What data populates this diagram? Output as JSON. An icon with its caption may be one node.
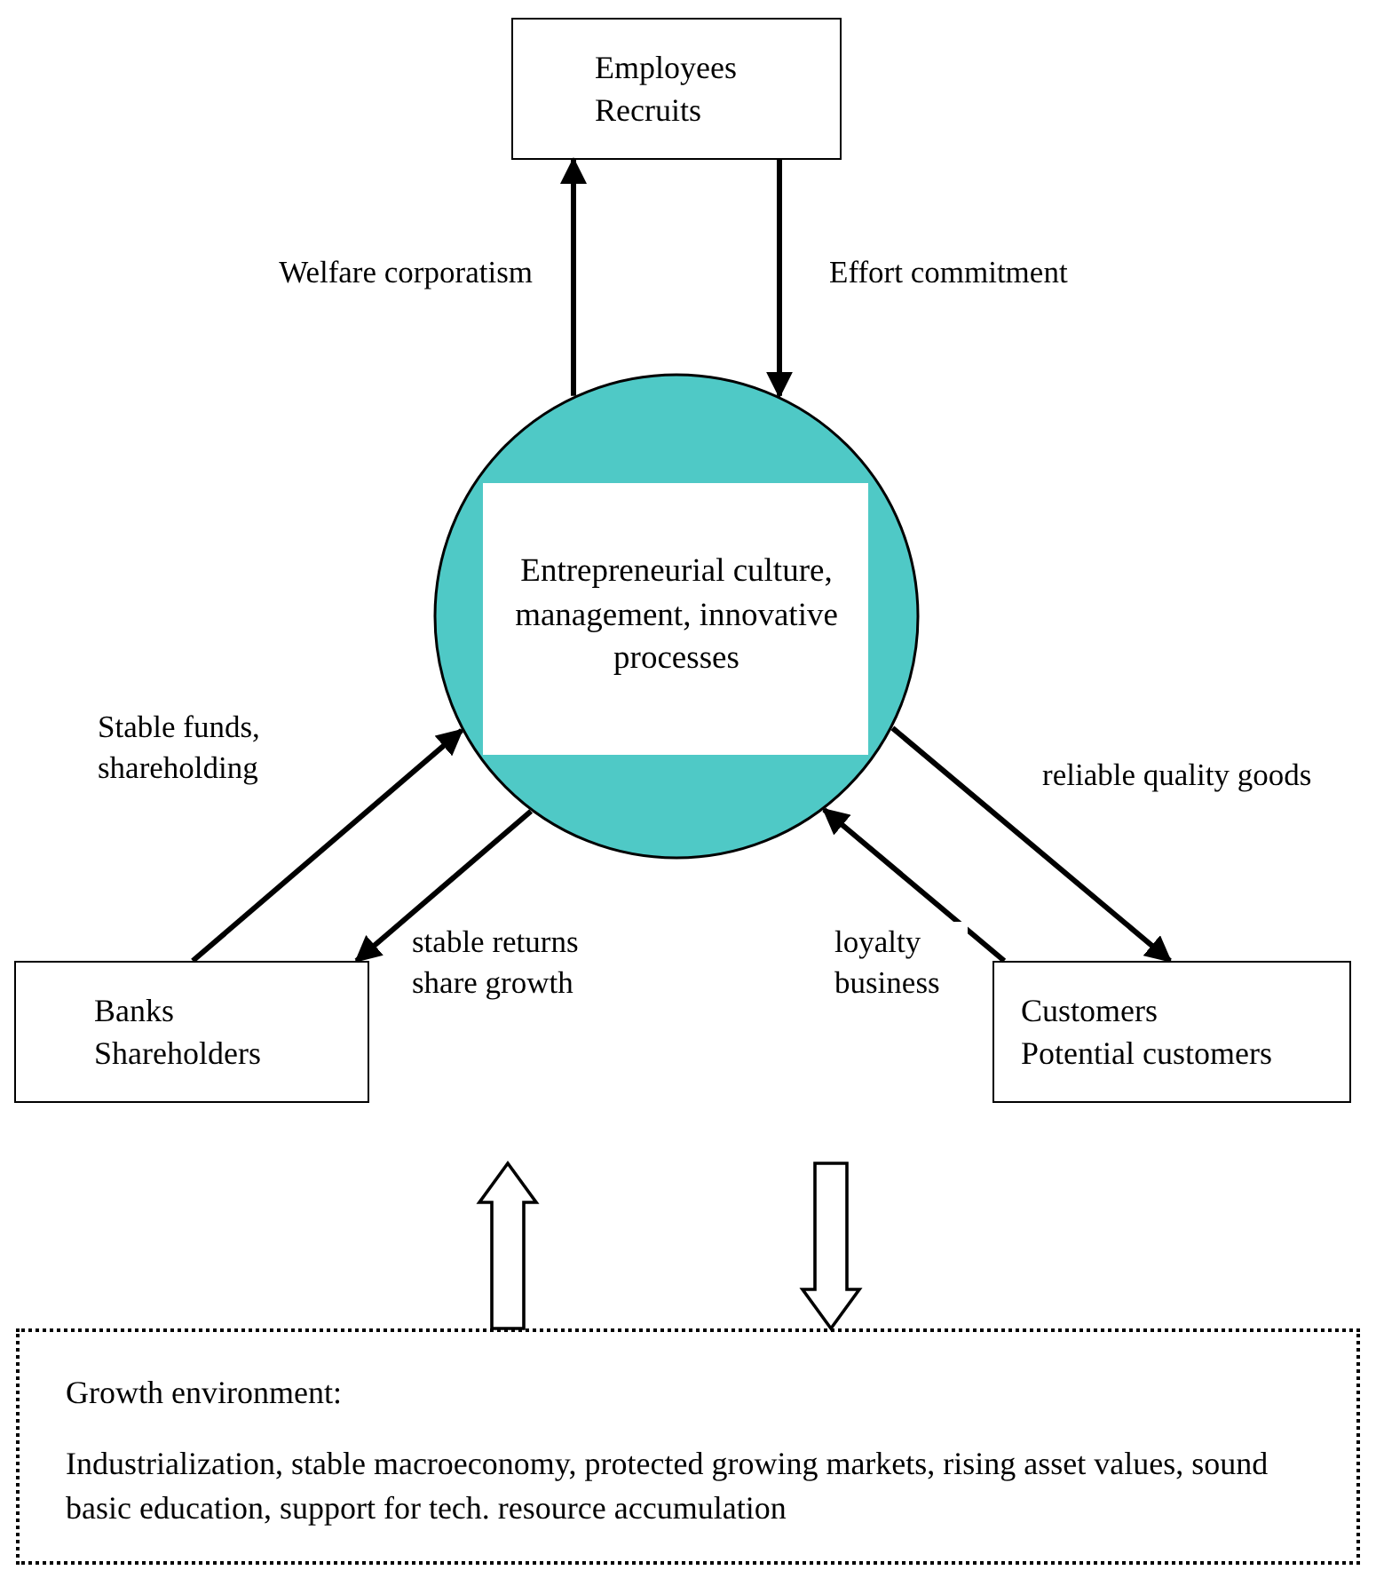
{
  "diagram": {
    "nodes": [
      {
        "text": [
          "Employees",
          "Recruits"
        ]
      },
      {
        "text": [
          "Entrepreneurial culture, management, innovative processes"
        ]
      },
      {
        "text": [
          "Banks",
          "Shareholders"
        ]
      },
      {
        "text": [
          "Customers",
          "Potential customers"
        ]
      },
      {
        "text": [
          "Growth environment:",
          "Industrialization, stable macroeconomy, protected growing markets, rising asset values, sound basic education, support for tech. resource accumulation"
        ]
      }
    ],
    "edges": [
      {
        "from": 1,
        "to": 0,
        "arrow": "to",
        "label": "Welfare corporatism"
      },
      {
        "from": 0,
        "to": 1,
        "arrow": "to",
        "label": "Effort commitment"
      },
      {
        "from": 2,
        "to": 1,
        "arrow": "to",
        "label": "Stable funds, shareholding"
      },
      {
        "from": 1,
        "to": 2,
        "arrow": "to",
        "label": "stable returns share growth"
      },
      {
        "from": 1,
        "to": 3,
        "arrow": "to",
        "label": "reliable quality goods"
      },
      {
        "from": 3,
        "to": 1,
        "arrow": "to",
        "label": "loyalty business"
      },
      {
        "from": 4,
        "to": null,
        "arrow": "to",
        "style": "thick"
      },
      {
        "from": null,
        "to": 4,
        "arrow": "to",
        "style": "thick"
      }
    ]
  }
}
